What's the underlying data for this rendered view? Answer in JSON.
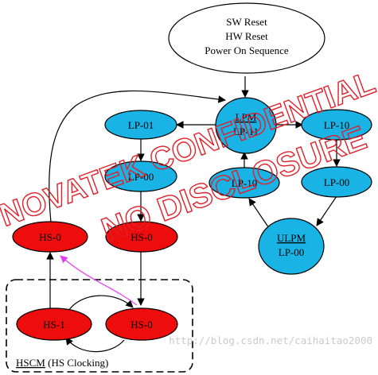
{
  "diagram": {
    "reset_node": {
      "lines": [
        "SW Reset",
        "HW Reset",
        "Power On Sequence"
      ]
    },
    "lpm_node": {
      "title": "LPM",
      "state": "LP-11"
    },
    "ulpm_node": {
      "title": "ULPM",
      "state": "LP-00"
    },
    "nodes": {
      "lp01": "LP-01",
      "lp00_left": "LP-00",
      "lp10_top": "LP-10",
      "lp10_left": "LP-10",
      "lp00_right": "LP-00",
      "hs0_left": "HS-0",
      "hs0_mid": "HS-0",
      "hs1": "HS-1",
      "hs0_bottom": "HS-0"
    },
    "hscm_label": {
      "underlined": "HSCM",
      "rest": " (HS Clocking)"
    },
    "watermark": {
      "line1": "NOVATEK CONFIDENTIAL",
      "line2": "NO DISCLOSURE"
    },
    "source_url": "http://blog.csdn.net/caihaitao2000",
    "colors": {
      "lp_fill": "#19b3e6",
      "hs_fill": "#ee0d0d",
      "white_fill": "#ffffff",
      "edge": "#000000",
      "magenta_edge": "#e63cf0",
      "watermark": "#e0202a"
    }
  }
}
